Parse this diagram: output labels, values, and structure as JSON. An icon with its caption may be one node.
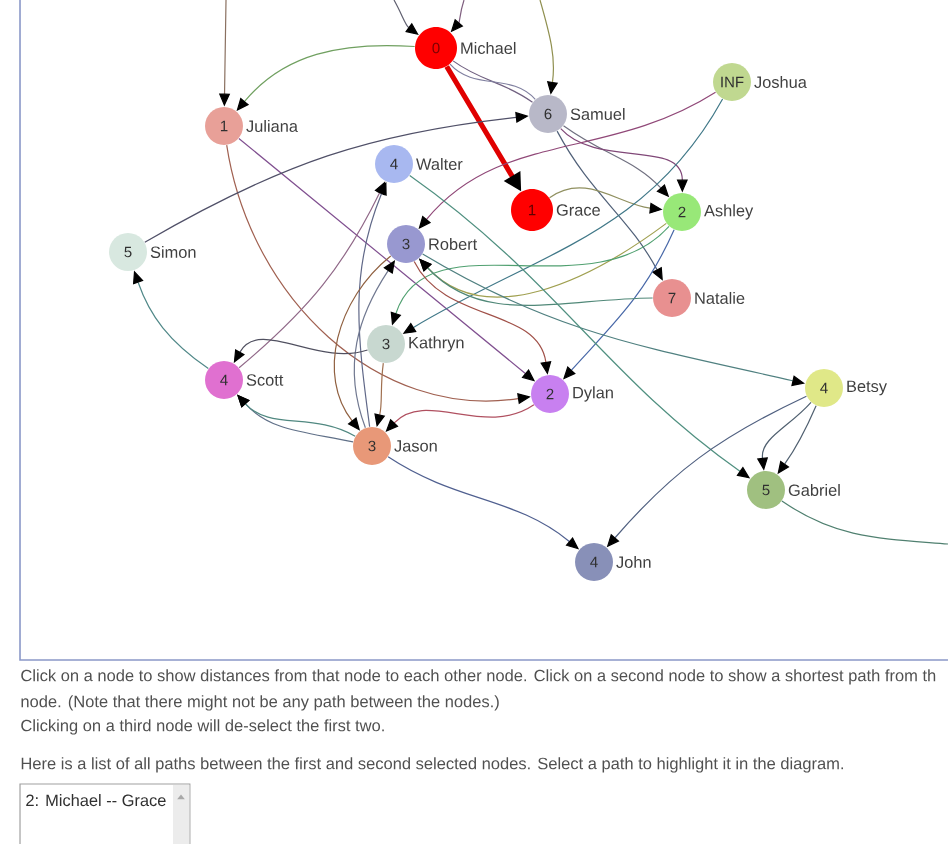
{
  "diagram": {
    "nodes": [
      {
        "text": [
          "0"
        ],
        "beside": [
          "Michael"
        ]
      },
      {
        "text": [
          "1"
        ],
        "beside": [
          "Juliana"
        ]
      },
      {
        "text": [
          "6"
        ],
        "beside": [
          "Samuel"
        ]
      },
      {
        "text": [
          "INF"
        ],
        "beside": [
          "Joshua"
        ]
      },
      {
        "text": [
          "4"
        ],
        "beside": [
          "Walter"
        ]
      },
      {
        "text": [
          "1"
        ],
        "beside": [
          "Grace"
        ]
      },
      {
        "text": [
          "2"
        ],
        "beside": [
          "Ashley"
        ]
      },
      {
        "text": [
          "3"
        ],
        "beside": [
          "Robert"
        ]
      },
      {
        "text": [
          "5"
        ],
        "beside": [
          "Simon"
        ]
      },
      {
        "text": [
          "7"
        ],
        "beside": [
          "Natalie"
        ]
      },
      {
        "text": [
          "3"
        ],
        "beside": [
          "Kathryn"
        ]
      },
      {
        "text": [
          "4"
        ],
        "beside": [
          "Scott"
        ]
      },
      {
        "text": [
          "2"
        ],
        "beside": [
          "Dylan"
        ]
      },
      {
        "text": [
          "4"
        ],
        "beside": [
          "Betsy"
        ]
      },
      {
        "text": [
          "3"
        ],
        "beside": [
          "Jason"
        ]
      },
      {
        "text": [
          "5"
        ],
        "beside": [
          "Gabriel"
        ]
      },
      {
        "text": [
          "4"
        ],
        "beside": [
          "John"
        ]
      }
    ],
    "edges": [
      {
        "from": null,
        "to": 1,
        "arrow": "to",
        "color": "#8a7060"
      },
      {
        "from": null,
        "to": 0,
        "arrow": "to",
        "color": "#606070"
      },
      {
        "from": null,
        "to": 0,
        "arrow": "to",
        "color": "#806080"
      },
      {
        "from": null,
        "to": 2,
        "arrow": "to",
        "color": "#909050"
      },
      {
        "from": 0,
        "to": 1,
        "arrow": "to",
        "color": "#70a060"
      },
      {
        "from": 0,
        "to": 5,
        "arrow": "to",
        "style": "thick",
        "color": "#e00000"
      },
      {
        "from": 1,
        "to": 12,
        "arrow": "to",
        "color": "#805090"
      },
      {
        "from": 1,
        "to": 12,
        "arrow": "to",
        "color": "#a06050"
      },
      {
        "from": 8,
        "to": 2,
        "arrow": "to",
        "color": "#505068"
      },
      {
        "from": 2,
        "to": 6,
        "arrow": "to",
        "color": "#707080"
      },
      {
        "from": 2,
        "to": 6,
        "arrow": "to",
        "color": "#804878"
      },
      {
        "from": 2,
        "to": 9,
        "arrow": "to",
        "color": "#506078"
      },
      {
        "from": 5,
        "to": 6,
        "arrow": "to",
        "color": "#909060"
      },
      {
        "from": 3,
        "to": 7,
        "arrow": "to",
        "color": "#904878"
      },
      {
        "from": 3,
        "to": 10,
        "arrow": "to",
        "color": "#407888"
      },
      {
        "from": 6,
        "to": 12,
        "arrow": "to",
        "color": "#4868a8"
      },
      {
        "from": 6,
        "to": 7,
        "arrow": "to",
        "color": "#a0a050"
      },
      {
        "from": 6,
        "to": 10,
        "arrow": "to",
        "color": "#50a070"
      },
      {
        "from": 9,
        "to": 7,
        "arrow": "to",
        "color": "#508878"
      },
      {
        "from": 7,
        "to": 13,
        "arrow": "to",
        "color": "#508080"
      },
      {
        "from": 7,
        "to": 12,
        "arrow": "to",
        "color": "#a05048"
      },
      {
        "from": 4,
        "to": 15,
        "arrow": "to",
        "color": "#509080"
      },
      {
        "from": 11,
        "to": 4,
        "arrow": "to",
        "color": "#906888"
      },
      {
        "from": 14,
        "to": 4,
        "arrow": "to",
        "color": "#606888"
      },
      {
        "from": 14,
        "to": 7,
        "arrow": "to",
        "color": "#707890"
      },
      {
        "from": 11,
        "to": 8,
        "arrow": "to",
        "color": "#508888"
      },
      {
        "from": 10,
        "to": 11,
        "arrow": "to",
        "color": "#505060"
      },
      {
        "from": 14,
        "to": 11,
        "arrow": "to",
        "color": "#607088"
      },
      {
        "from": 14,
        "to": 11,
        "arrow": "to",
        "color": "#508880"
      },
      {
        "from": 10,
        "to": 14,
        "arrow": "to",
        "color": "#a07050"
      },
      {
        "from": 7,
        "to": 14,
        "arrow": "to",
        "color": "#906040"
      },
      {
        "from": 12,
        "to": 14,
        "arrow": "to",
        "color": "#b05060"
      },
      {
        "from": 14,
        "to": 16,
        "arrow": "to",
        "color": "#506090"
      },
      {
        "from": 13,
        "to": 16,
        "arrow": "to",
        "color": "#506080"
      },
      {
        "from": 13,
        "to": 15,
        "arrow": "to",
        "color": "#506070"
      },
      {
        "from": 13,
        "to": 15,
        "arrow": "to",
        "color": "#506070"
      },
      {
        "from": 15,
        "to": null,
        "arrow": "none",
        "color": "#508070"
      },
      {
        "from": 2,
        "to": 0,
        "arrow": "none",
        "color": "#706080"
      },
      {
        "from": 2,
        "to": 0,
        "arrow": "none",
        "color": "#8080a0"
      }
    ],
    "labels": [
      "Click on a node to show distances from that node to each other node. Click on a second node to show a shortest path from th",
      "node. (Note that there might not be any path between the nodes.)",
      "Clicking on a third node will de-select the first two.",
      "Here is a list of all paths between the first and second selected nodes. Select a path to highlight it in the diagram.",
      "2: Michael -- Grace"
    ]
  }
}
